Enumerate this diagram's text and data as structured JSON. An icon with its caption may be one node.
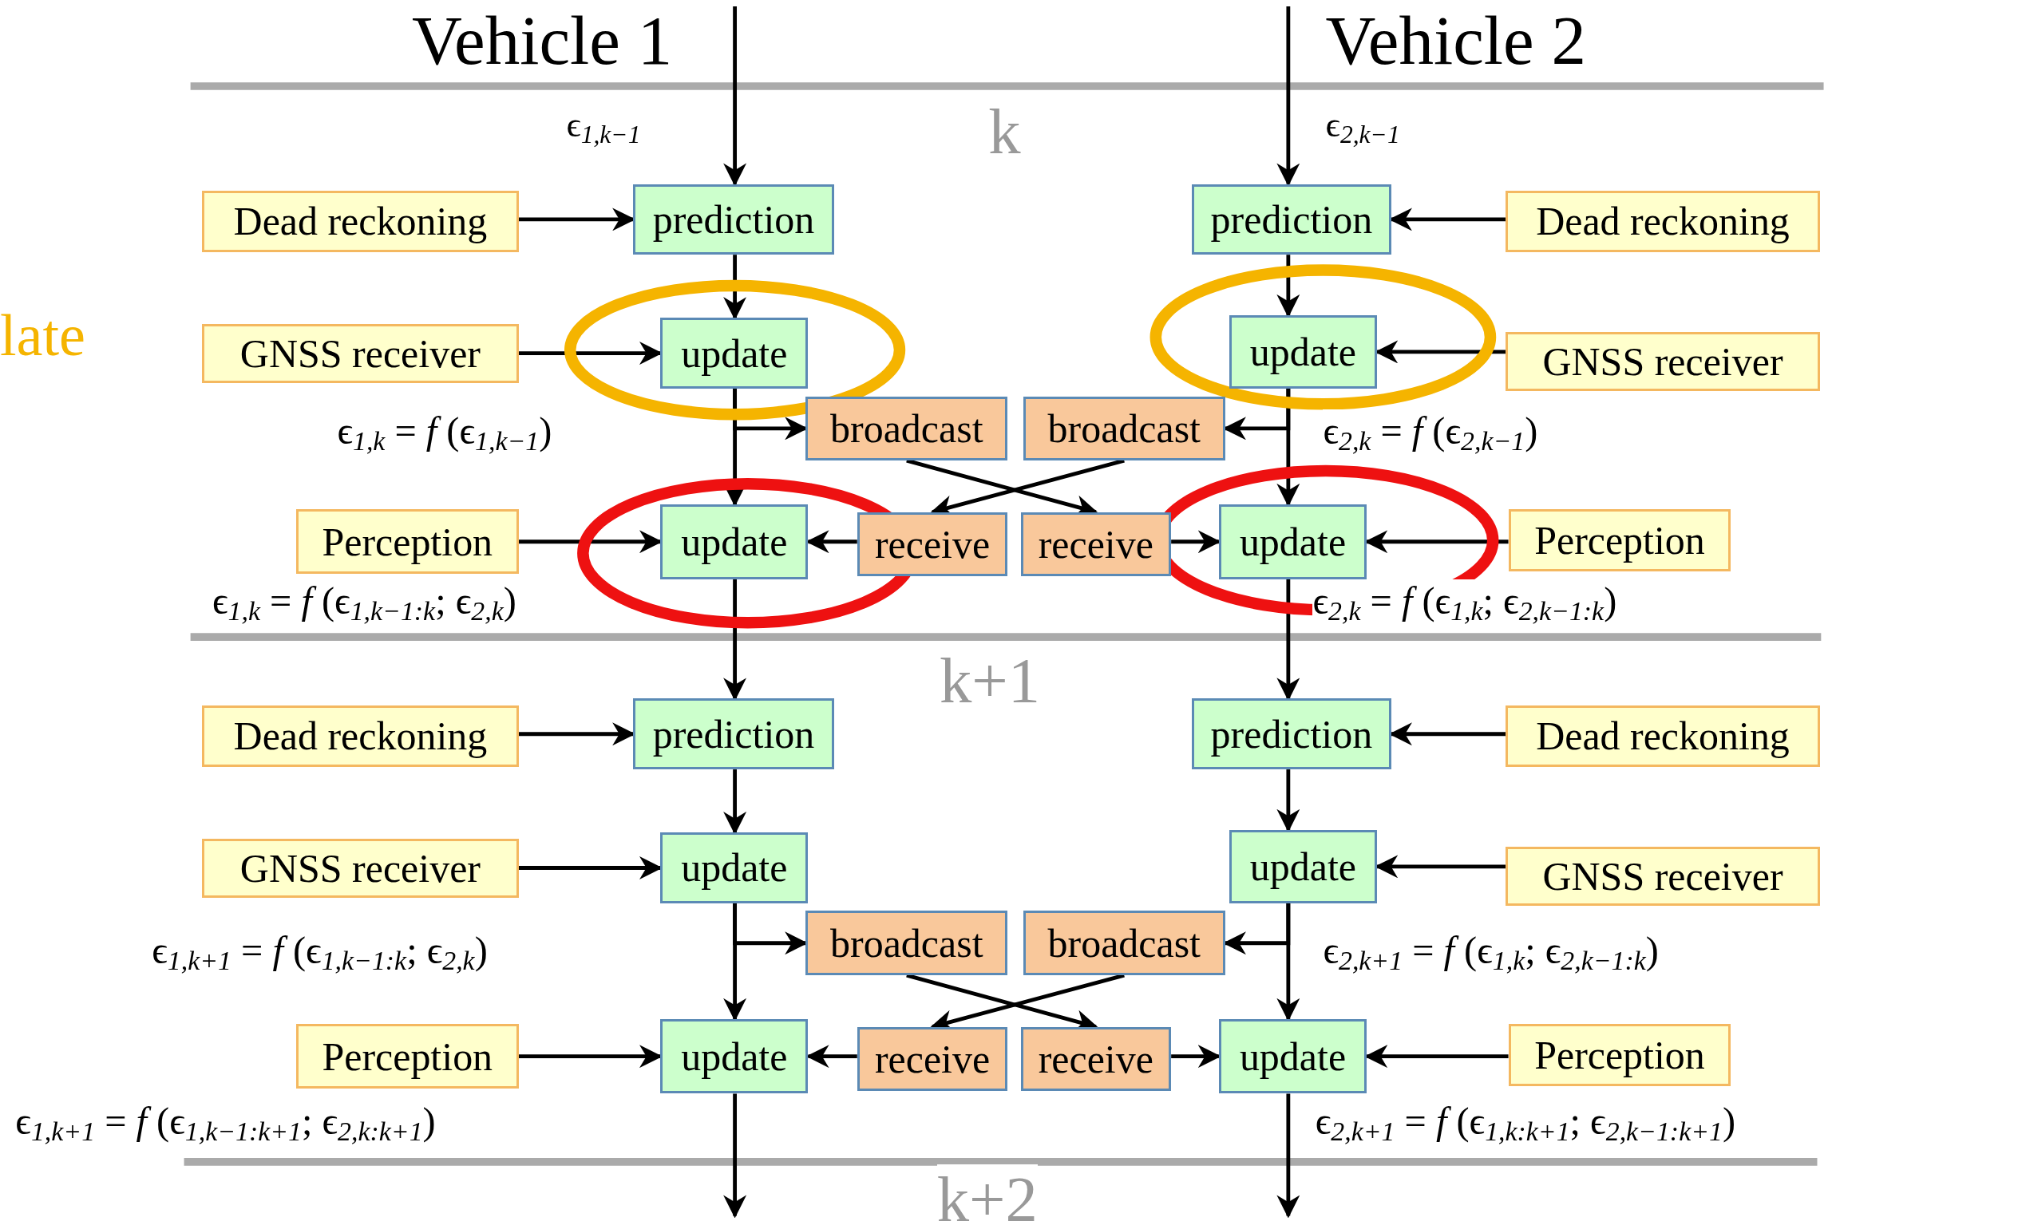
{
  "diagram": {
    "nodes": [
      {
        "text": [
          "Dead reckoning"
        ]
      },
      {
        "text": [
          "prediction"
        ]
      },
      {
        "text": [
          "prediction"
        ]
      },
      {
        "text": [
          "Dead reckoning"
        ]
      },
      {
        "text": [
          "GNSS receiver"
        ]
      },
      {
        "text": [
          "update"
        ]
      },
      {
        "text": [
          "update"
        ]
      },
      {
        "text": [
          "GNSS receiver"
        ]
      },
      {
        "text": [
          "broadcast"
        ]
      },
      {
        "text": [
          "broadcast"
        ]
      },
      {
        "text": [
          "Perception"
        ]
      },
      {
        "text": [
          "update"
        ]
      },
      {
        "text": [
          "receive"
        ]
      },
      {
        "text": [
          "receive"
        ]
      },
      {
        "text": [
          "update"
        ]
      },
      {
        "text": [
          "Perception"
        ]
      },
      {
        "text": [
          "Dead reckoning"
        ]
      },
      {
        "text": [
          "prediction"
        ]
      },
      {
        "text": [
          "prediction"
        ]
      },
      {
        "text": [
          "Dead reckoning"
        ]
      },
      {
        "text": [
          "GNSS receiver"
        ]
      },
      {
        "text": [
          "update"
        ]
      },
      {
        "text": [
          "update"
        ]
      },
      {
        "text": [
          "GNSS receiver"
        ]
      },
      {
        "text": [
          "broadcast"
        ]
      },
      {
        "text": [
          "broadcast"
        ]
      },
      {
        "text": [
          "Perception"
        ]
      },
      {
        "text": [
          "update"
        ]
      },
      {
        "text": [
          "receive"
        ]
      },
      {
        "text": [
          "receive"
        ]
      },
      {
        "text": [
          "update"
        ]
      },
      {
        "text": [
          "Perception"
        ]
      }
    ],
    "edges": [
      {
        "from": null,
        "to": 1,
        "arrow": "to"
      },
      {
        "from": null,
        "to": 2,
        "arrow": "to"
      },
      {
        "from": 0,
        "to": 1,
        "arrow": "to"
      },
      {
        "from": 3,
        "to": 2,
        "arrow": "to"
      },
      {
        "from": 1,
        "to": 5,
        "arrow": "to"
      },
      {
        "from": 2,
        "to": 6,
        "arrow": "to"
      },
      {
        "from": 4,
        "to": 5,
        "arrow": "to"
      },
      {
        "from": 7,
        "to": 6,
        "arrow": "to"
      },
      {
        "from": 5,
        "to": 11,
        "arrow": "to"
      },
      {
        "from": 6,
        "to": 14,
        "arrow": "to"
      },
      {
        "from": 5,
        "to": 8,
        "arrow": "to"
      },
      {
        "from": 6,
        "to": 9,
        "arrow": "to"
      },
      {
        "from": 8,
        "to": 13,
        "arrow": "to"
      },
      {
        "from": 9,
        "to": 12,
        "arrow": "to"
      },
      {
        "from": 10,
        "to": 11,
        "arrow": "to"
      },
      {
        "from": 15,
        "to": 14,
        "arrow": "to"
      },
      {
        "from": 12,
        "to": 11,
        "arrow": "to"
      },
      {
        "from": 13,
        "to": 14,
        "arrow": "to"
      },
      {
        "from": 11,
        "to": 17,
        "arrow": "to"
      },
      {
        "from": 14,
        "to": 18,
        "arrow": "to"
      },
      {
        "from": 16,
        "to": 17,
        "arrow": "to"
      },
      {
        "from": 19,
        "to": 18,
        "arrow": "to"
      },
      {
        "from": 17,
        "to": 21,
        "arrow": "to"
      },
      {
        "from": 18,
        "to": 22,
        "arrow": "to"
      },
      {
        "from": 20,
        "to": 21,
        "arrow": "to"
      },
      {
        "from": 23,
        "to": 22,
        "arrow": "to"
      },
      {
        "from": 21,
        "to": 27,
        "arrow": "to"
      },
      {
        "from": 22,
        "to": 30,
        "arrow": "to"
      },
      {
        "from": 21,
        "to": 24,
        "arrow": "to"
      },
      {
        "from": 22,
        "to": 25,
        "arrow": "to"
      },
      {
        "from": 24,
        "to": 29,
        "arrow": "to"
      },
      {
        "from": 25,
        "to": 28,
        "arrow": "to"
      },
      {
        "from": 26,
        "to": 27,
        "arrow": "to"
      },
      {
        "from": 31,
        "to": 30,
        "arrow": "to"
      },
      {
        "from": 28,
        "to": 27,
        "arrow": "to"
      },
      {
        "from": 29,
        "to": 30,
        "arrow": "to"
      },
      {
        "from": 27,
        "to": null,
        "arrow": "to"
      },
      {
        "from": 30,
        "to": null,
        "arrow": "to"
      }
    ],
    "labels": [
      "Vehicle 1",
      "Vehicle 2",
      "k",
      "ϵ$_{1,k−1}$",
      "ϵ$_{2,k−1}$",
      "late",
      "ϵ$_{1,k}$ = *f* (ϵ$_{1,k−1}$)",
      "ϵ$_{2,k}$ = *f* (ϵ$_{2,k−1}$)",
      "ϵ$_{1,k}$ = *f* (ϵ$_{1,k−1:k}$; ϵ$_{2,k}$)",
      "ϵ$_{2,k}$ = *f* (ϵ$_{1,k}$; ϵ$_{2,k−1:k}$)",
      "k+1",
      "ϵ$_{1,k+1}$ = *f* (ϵ$_{1,k−1:k}$; ϵ$_{2,k}$)",
      "ϵ$_{2,k+1}$ = *f* (ϵ$_{1,k}$; ϵ$_{2,k−1:k}$)",
      "ϵ$_{1,k+1}$ = *f* (ϵ$_{1,k−1:k+1}$; ϵ$_{2,k:k+1}$)",
      "ϵ$_{2,k+1}$ = *f* (ϵ$_{1,k:k+1}$; ϵ$_{2,k−1:k+1}$)",
      "k+2"
    ]
  }
}
